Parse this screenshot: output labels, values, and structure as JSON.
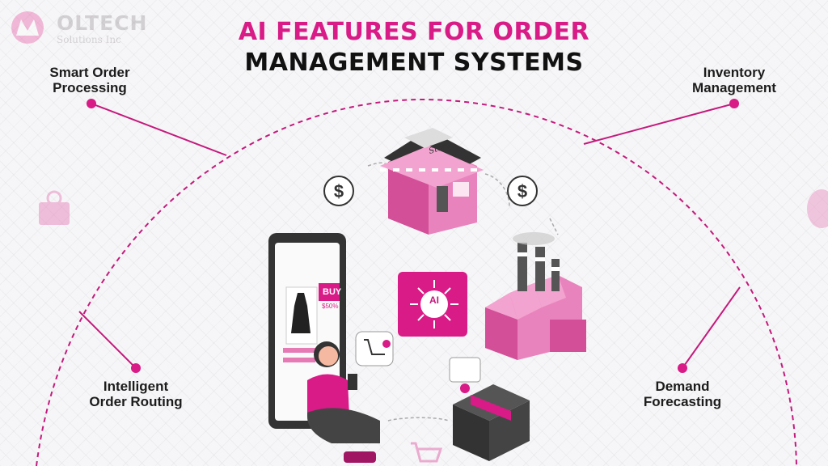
{
  "logo": {
    "name": "OLTECH",
    "subtitle": "Solutions Inc",
    "brand_color": "#e11d82"
  },
  "title": {
    "line1": "AI FEATURES FOR ORDER",
    "line2": "MANAGEMENT SYSTEMS"
  },
  "features": {
    "top_left": "Smart Order\nProcessing",
    "top_right": "Inventory\nManagement",
    "bottom_left": "Intelligent\nOrder Routing",
    "bottom_right": "Demand\nForecasting"
  },
  "center": {
    "ai_label": "AI",
    "store_sign": "Store",
    "buy_label": "BUY",
    "price_label": "$50%"
  },
  "colors": {
    "accent": "#d81b86",
    "dark": "#111111",
    "line": "#c41a7c"
  },
  "icons": [
    "dollar-icon",
    "dollar-icon",
    "store-icon",
    "factory-icon",
    "smartphone-icon",
    "ai-chip-icon",
    "delivery-box-icon",
    "shopping-cart-icon",
    "gift-box-icon",
    "brain-icon"
  ]
}
